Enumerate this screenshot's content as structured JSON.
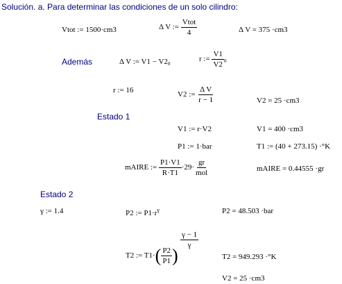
{
  "heading": "Solución.  a. Para determinar las condiciones de un solo cilindro:",
  "labels": {
    "ademas": "Además",
    "estado1": "Estado 1",
    "estado2": "Estado 2"
  },
  "eq": {
    "vtot": "Vtot  := 1500·cm3",
    "dv_def_lhs": "Δ V  :=",
    "dv_def_num": "Vtot",
    "dv_def_den": "4",
    "dv_result": "Δ V = 375 ·cm3",
    "dv_v1v2": "Δ V  := V1 − V2",
    "r_def_lhs": "r  :=",
    "r_def_num": "V1",
    "r_def_den": "V2",
    "r_val": "r  := 16",
    "v2_def_lhs": "V2  :=",
    "v2_def_num": "Δ V",
    "v2_def_den": "r − 1",
    "v2_result": "V2 = 25 ·cm3",
    "v1_def": "V1  := r·V2",
    "v1_result": "V1 = 400 ·cm3",
    "p1_def": "P1  := 1·bar",
    "t1_def": "T1  := (40 + 273.15) ·°K",
    "maire_lhs": "mAIRE  :=",
    "maire_num": "P1·V1",
    "maire_den": "R·T1",
    "maire_mid": "·29·",
    "maire_unit_num": "gr",
    "maire_unit_den": "mol",
    "maire_result": "mAIRE = 0.44555 ·gr",
    "gamma_def": "γ  := 1.4",
    "p2_def": "P2  := P1·r",
    "p2_exp": "γ",
    "p2_result": "P2 = 48.503 ·bar",
    "t2_lhs": "T2  := T1·",
    "t2_num": "P2",
    "t2_den": "P1",
    "t2_exp_num": "γ − 1",
    "t2_exp_den": "γ",
    "t2_result": "T2 = 949.293 ·°K",
    "v2_final": "V2 = 25 ·cm3"
  }
}
